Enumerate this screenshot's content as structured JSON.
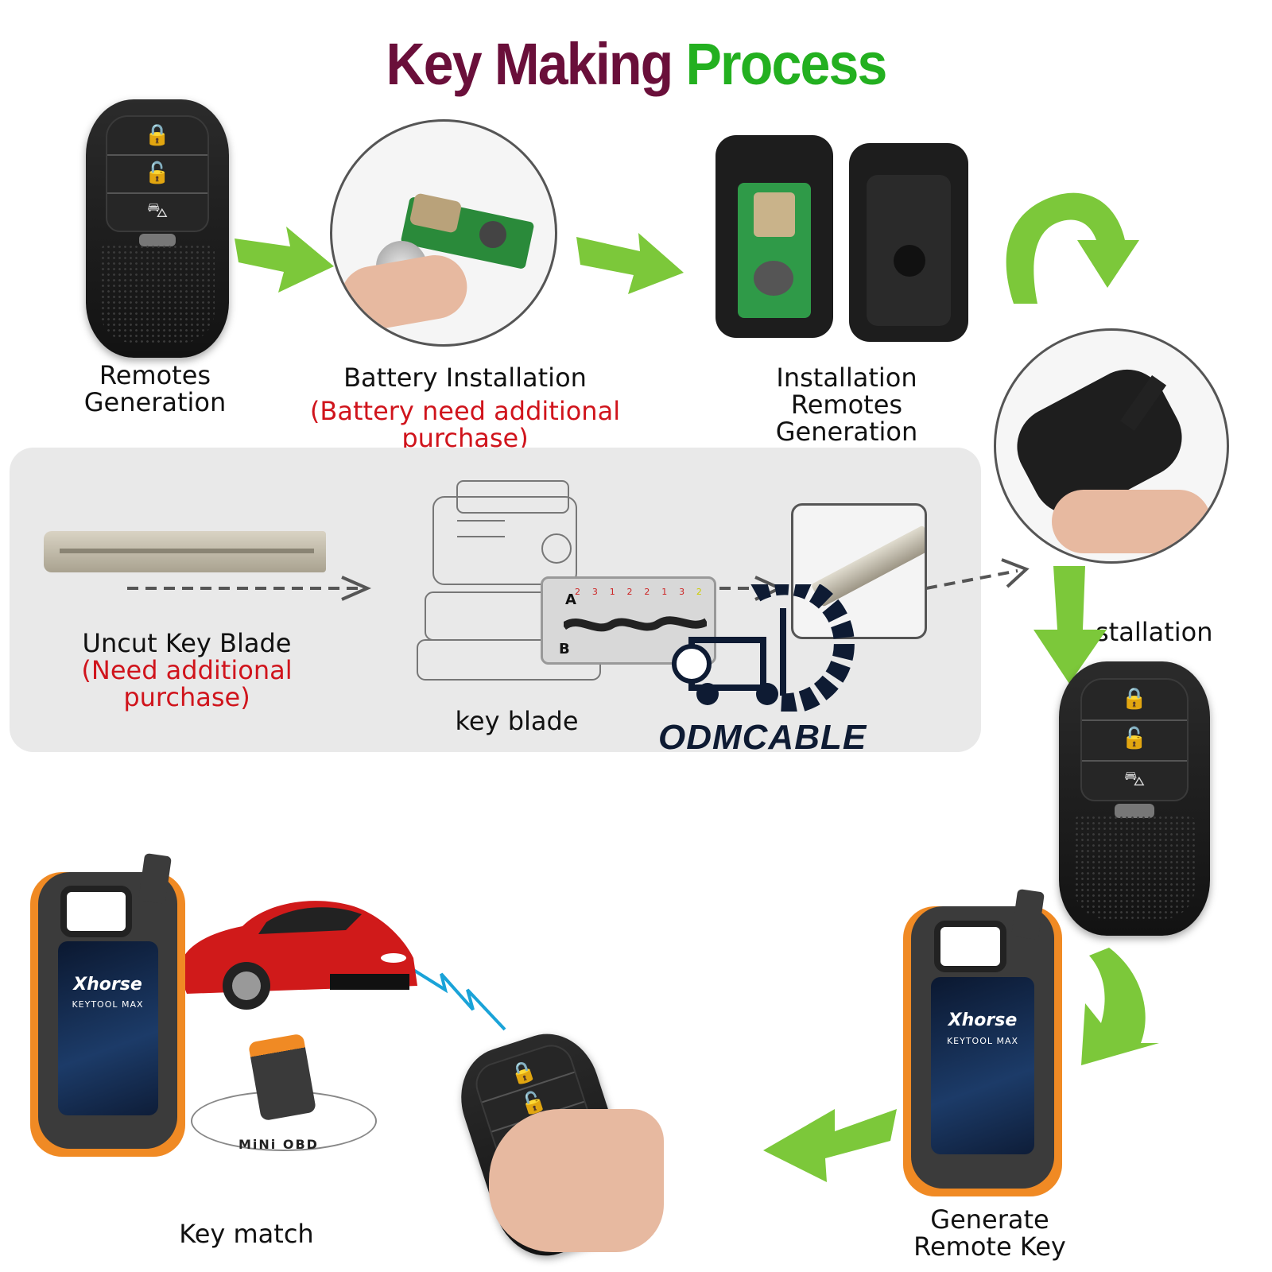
{
  "title": {
    "part1": "Key Making",
    "part2": "Process"
  },
  "steps": {
    "remotes_generation": {
      "line1": "Remotes",
      "line2": "Generation"
    },
    "battery_installation": {
      "label": "Battery Installation",
      "note": "(Battery need additional purchase)"
    },
    "installation_remotes": {
      "line1": "Installation Remotes",
      "line2": "Generation"
    },
    "installation": {
      "label": "stallation"
    },
    "uncut_blade": {
      "label": "Uncut Key  Blade",
      "note": "(Need additional purchase)"
    },
    "key_blade": {
      "label": "key blade"
    },
    "generate_remote": {
      "line1": "Generate",
      "line2": "Remote Key"
    },
    "key_match": {
      "label": "Key match"
    }
  },
  "device": {
    "brand": "Xhorse",
    "model": "KEYTOOL MAX"
  },
  "mini_obd": {
    "label": "MiNi OBD"
  },
  "cutter_screen": {
    "label_a": "A",
    "label_b": "B",
    "cuts": [
      "2",
      "3",
      "1",
      "2",
      "2",
      "1",
      "3",
      "2"
    ]
  },
  "watermark": {
    "text": "ODMCABLE"
  },
  "colors": {
    "arrow_green": "#7cc83a",
    "title_dark": "#6a0f3a",
    "title_green": "#23b020",
    "note_red": "#d0141c"
  }
}
